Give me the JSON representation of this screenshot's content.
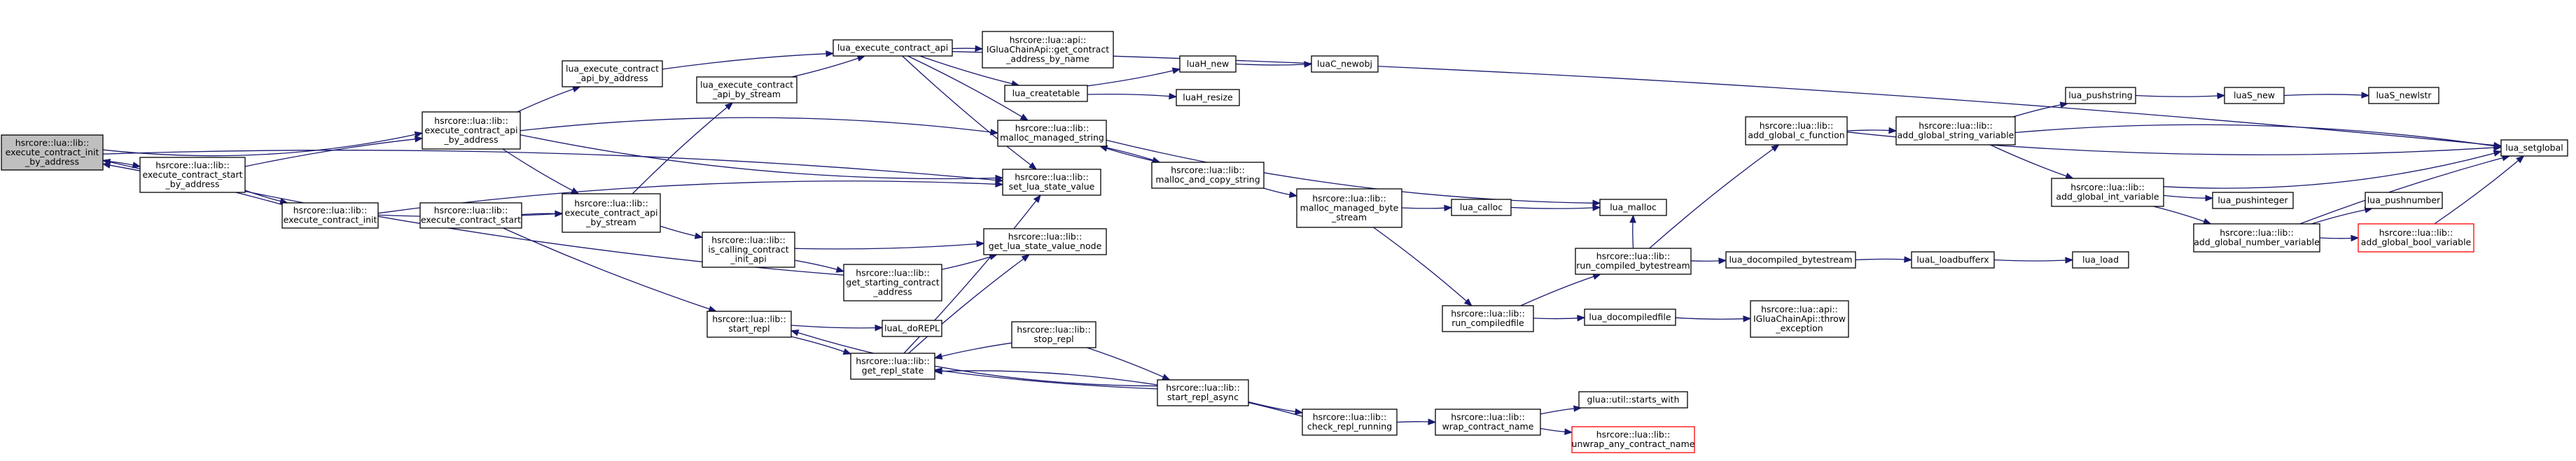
{
  "title": "",
  "colors": {
    "edge": "#191970",
    "node_border": "#000000",
    "node_fill": "#ffffff",
    "root_fill": "#bfbfbf",
    "undocumented_border": "#ff0000"
  },
  "nodes": [
    {
      "id": "root",
      "lines": [
        "hsrcore::lua::lib::",
        "execute_contract_init",
        "_by_address"
      ],
      "style": "root"
    },
    {
      "id": "start_by_addr",
      "lines": [
        "hsrcore::lua::lib::",
        "execute_contract_start",
        "_by_address"
      ],
      "style": "normal"
    },
    {
      "id": "exec_init",
      "lines": [
        "hsrcore::lua::lib::",
        "execute_contract_init"
      ],
      "style": "normal"
    },
    {
      "id": "exec_start",
      "lines": [
        "hsrcore::lua::lib::",
        "execute_contract_start"
      ],
      "style": "normal"
    },
    {
      "id": "exec_api_by_addr",
      "lines": [
        "hsrcore::lua::lib::",
        "execute_contract_api",
        "_by_address"
      ],
      "style": "normal"
    },
    {
      "id": "exec_api_by_stream",
      "lines": [
        "hsrcore::lua::lib::",
        "execute_contract_api",
        "_by_stream"
      ],
      "style": "normal"
    },
    {
      "id": "lua_api_by_addr",
      "lines": [
        "lua_execute_contract",
        "_api_by_address"
      ],
      "style": "normal"
    },
    {
      "id": "lua_api_by_stream",
      "lines": [
        "lua_execute_contract",
        "_api_by_stream"
      ],
      "style": "normal"
    },
    {
      "id": "lua_exec_api",
      "lines": [
        "lua_execute_contract_api"
      ],
      "style": "normal"
    },
    {
      "id": "is_calling",
      "lines": [
        "hsrcore::lua::lib::",
        "is_calling_contract",
        "_init_api"
      ],
      "style": "normal"
    },
    {
      "id": "start_repl",
      "lines": [
        "hsrcore::lua::lib::",
        "start_repl"
      ],
      "style": "normal"
    },
    {
      "id": "get_starting",
      "lines": [
        "hsrcore::lua::lib::",
        "get_starting_contract",
        "_address"
      ],
      "style": "normal"
    },
    {
      "id": "igluachain_get",
      "lines": [
        "hsrcore::lua::api::",
        "IGluaChainApi::get_contract",
        "_address_by_name"
      ],
      "style": "normal"
    },
    {
      "id": "lua_createtable",
      "lines": [
        "lua_createtable"
      ],
      "style": "normal"
    },
    {
      "id": "malloc_managed_string",
      "lines": [
        "hsrcore::lua::lib::",
        "malloc_managed_string"
      ],
      "style": "normal"
    },
    {
      "id": "set_lua_state_value",
      "lines": [
        "hsrcore::lua::lib::",
        "set_lua_state_value"
      ],
      "style": "normal"
    },
    {
      "id": "get_lua_state_value_node",
      "lines": [
        "hsrcore::lua::lib::",
        "get_lua_state_value_node"
      ],
      "style": "normal"
    },
    {
      "id": "luaL_doREPL",
      "lines": [
        "luaL_doREPL"
      ],
      "style": "normal"
    },
    {
      "id": "get_repl_state",
      "lines": [
        "hsrcore::lua::lib::",
        "get_repl_state"
      ],
      "style": "normal"
    },
    {
      "id": "stop_repl",
      "lines": [
        "hsrcore::lua::lib::",
        "stop_repl"
      ],
      "style": "normal"
    },
    {
      "id": "luaH_new",
      "lines": [
        "luaH_new"
      ],
      "style": "normal"
    },
    {
      "id": "luaH_resize",
      "lines": [
        "luaH_resize"
      ],
      "style": "normal"
    },
    {
      "id": "malloc_and_copy",
      "lines": [
        "hsrcore::lua::lib::",
        "malloc_and_copy_string"
      ],
      "style": "normal"
    },
    {
      "id": "start_repl_async",
      "lines": [
        "hsrcore::lua::lib::",
        "start_repl_async"
      ],
      "style": "normal"
    },
    {
      "id": "luaC_newobj",
      "lines": [
        "luaC_newobj"
      ],
      "style": "normal"
    },
    {
      "id": "malloc_managed_byte",
      "lines": [
        "hsrcore::lua::lib::",
        "malloc_managed_byte",
        "_stream"
      ],
      "style": "normal"
    },
    {
      "id": "check_repl_running",
      "lines": [
        "hsrcore::lua::lib::",
        "check_repl_running"
      ],
      "style": "normal"
    },
    {
      "id": "lua_calloc",
      "lines": [
        "lua_calloc"
      ],
      "style": "normal"
    },
    {
      "id": "run_compiledfile",
      "lines": [
        "hsrcore::lua::lib::",
        "run_compiledfile"
      ],
      "style": "normal"
    },
    {
      "id": "wrap_contract_name",
      "lines": [
        "hsrcore::lua::lib::",
        "wrap_contract_name"
      ],
      "style": "normal"
    },
    {
      "id": "run_compiled_bytestream",
      "lines": [
        "hsrcore::lua::lib::",
        "run_compiled_bytestream"
      ],
      "style": "normal"
    },
    {
      "id": "lua_docompiledfile",
      "lines": [
        "lua_docompiledfile"
      ],
      "style": "normal"
    },
    {
      "id": "lua_malloc",
      "lines": [
        "lua_malloc"
      ],
      "style": "normal"
    },
    {
      "id": "glua_starts_with",
      "lines": [
        "glua::util::starts_with"
      ],
      "style": "normal"
    },
    {
      "id": "unwrap_any",
      "lines": [
        "hsrcore::lua::lib::",
        "unwrap_any_contract_name"
      ],
      "style": "undocumented"
    },
    {
      "id": "lua_docompiled_bytestream",
      "lines": [
        "lua_docompiled_bytestream"
      ],
      "style": "normal"
    },
    {
      "id": "throw_exception",
      "lines": [
        "hsrcore::lua::api::",
        "IGluaChainApi::throw",
        "_exception"
      ],
      "style": "normal"
    },
    {
      "id": "add_global_c_function",
      "lines": [
        "hsrcore::lua::lib::",
        "add_global_c_function"
      ],
      "style": "normal"
    },
    {
      "id": "luaL_loadbufferx",
      "lines": [
        "luaL_loadbufferx"
      ],
      "style": "normal"
    },
    {
      "id": "add_global_string_variable",
      "lines": [
        "hsrcore::lua::lib::",
        "add_global_string_variable"
      ],
      "style": "normal"
    },
    {
      "id": "lua_load",
      "lines": [
        "lua_load"
      ],
      "style": "normal"
    },
    {
      "id": "lua_pushstring",
      "lines": [
        "lua_pushstring"
      ],
      "style": "normal"
    },
    {
      "id": "add_global_int_variable",
      "lines": [
        "hsrcore::lua::lib::",
        "add_global_int_variable"
      ],
      "style": "normal"
    },
    {
      "id": "add_global_number_variable",
      "lines": [
        "hsrcore::lua::lib::",
        "add_global_number_variable"
      ],
      "style": "normal"
    },
    {
      "id": "luaS_new",
      "lines": [
        "luaS_new"
      ],
      "style": "normal"
    },
    {
      "id": "lua_pushinteger",
      "lines": [
        "lua_pushinteger"
      ],
      "style": "normal"
    },
    {
      "id": "lua_pushnumber",
      "lines": [
        "lua_pushnumber"
      ],
      "style": "normal"
    },
    {
      "id": "add_global_bool_variable",
      "lines": [
        "hsrcore::lua::lib::",
        "add_global_bool_variable"
      ],
      "style": "undocumented"
    },
    {
      "id": "luaS_newlstr",
      "lines": [
        "luaS_newlstr"
      ],
      "style": "normal"
    },
    {
      "id": "lua_setglobal",
      "lines": [
        "lua_setglobal"
      ],
      "style": "normal"
    }
  ],
  "edges": [
    [
      "root",
      "start_by_addr"
    ],
    [
      "root",
      "exec_api_by_addr"
    ],
    [
      "root",
      "set_lua_state_value"
    ],
    [
      "start_by_addr",
      "exec_init"
    ],
    [
      "start_by_addr",
      "exec_api_by_addr"
    ],
    [
      "exec_init",
      "exec_api_by_stream"
    ],
    [
      "exec_init",
      "set_lua_state_value"
    ],
    [
      "exec_init",
      "root"
    ],
    [
      "exec_start",
      "exec_api_by_stream"
    ],
    [
      "exec_start",
      "start_repl"
    ],
    [
      "exec_api_by_addr",
      "lua_api_by_addr"
    ],
    [
      "exec_api_by_addr",
      "exec_api_by_stream"
    ],
    [
      "exec_api_by_addr",
      "malloc_managed_string"
    ],
    [
      "exec_api_by_addr",
      "set_lua_state_value"
    ],
    [
      "exec_api_by_stream",
      "lua_api_by_stream"
    ],
    [
      "exec_api_by_stream",
      "is_calling"
    ],
    [
      "lua_api_by_addr",
      "lua_exec_api"
    ],
    [
      "lua_api_by_stream",
      "lua_exec_api"
    ],
    [
      "lua_exec_api",
      "igluachain_get"
    ],
    [
      "lua_exec_api",
      "lua_createtable"
    ],
    [
      "lua_exec_api",
      "malloc_managed_string"
    ],
    [
      "lua_exec_api",
      "set_lua_state_value"
    ],
    [
      "lua_exec_api",
      "lua_setglobal"
    ],
    [
      "is_calling",
      "get_lua_state_value_node"
    ],
    [
      "is_calling",
      "get_starting"
    ],
    [
      "get_starting",
      "get_lua_state_value_node"
    ],
    [
      "get_starting",
      "root"
    ],
    [
      "start_repl",
      "luaL_doREPL"
    ],
    [
      "start_repl",
      "get_repl_state"
    ],
    [
      "get_repl_state",
      "set_lua_state_value"
    ],
    [
      "get_repl_state",
      "get_lua_state_value_node"
    ],
    [
      "stop_repl",
      "get_repl_state"
    ],
    [
      "stop_repl",
      "start_repl_async"
    ],
    [
      "lua_createtable",
      "luaH_new"
    ],
    [
      "lua_createtable",
      "luaH_resize"
    ],
    [
      "luaH_new",
      "luaC_newobj"
    ],
    [
      "malloc_managed_string",
      "malloc_and_copy"
    ],
    [
      "malloc_managed_string",
      "lua_malloc"
    ],
    [
      "malloc_and_copy",
      "malloc_managed_string"
    ],
    [
      "malloc_and_copy",
      "malloc_managed_byte"
    ],
    [
      "start_repl_async",
      "get_repl_state"
    ],
    [
      "start_repl_async",
      "check_repl_running"
    ],
    [
      "start_repl_async",
      "start_repl"
    ],
    [
      "check_repl_running",
      "get_repl_state"
    ],
    [
      "check_repl_running",
      "wrap_contract_name"
    ],
    [
      "malloc_managed_byte",
      "lua_calloc"
    ],
    [
      "malloc_managed_byte",
      "run_compiledfile"
    ],
    [
      "lua_calloc",
      "lua_malloc"
    ],
    [
      "run_compiledfile",
      "run_compiled_bytestream"
    ],
    [
      "run_compiledfile",
      "lua_docompiledfile"
    ],
    [
      "wrap_contract_name",
      "glua_starts_with"
    ],
    [
      "wrap_contract_name",
      "unwrap_any"
    ],
    [
      "run_compiled_bytestream",
      "lua_malloc"
    ],
    [
      "run_compiled_bytestream",
      "lua_docompiled_bytestream"
    ],
    [
      "run_compiled_bytestream",
      "add_global_c_function"
    ],
    [
      "lua_docompiledfile",
      "throw_exception"
    ],
    [
      "lua_docompiled_bytestream",
      "luaL_loadbufferx"
    ],
    [
      "luaL_loadbufferx",
      "lua_load"
    ],
    [
      "add_global_c_function",
      "add_global_string_variable"
    ],
    [
      "add_global_c_function",
      "lua_setglobal"
    ],
    [
      "add_global_string_variable",
      "lua_pushstring"
    ],
    [
      "add_global_string_variable",
      "add_global_int_variable"
    ],
    [
      "add_global_string_variable",
      "lua_setglobal"
    ],
    [
      "lua_pushstring",
      "luaS_new"
    ],
    [
      "luaS_new",
      "luaS_newlstr"
    ],
    [
      "add_global_int_variable",
      "lua_pushinteger"
    ],
    [
      "add_global_int_variable",
      "add_global_number_variable"
    ],
    [
      "add_global_int_variable",
      "lua_setglobal"
    ],
    [
      "add_global_number_variable",
      "lua_pushnumber"
    ],
    [
      "add_global_number_variable",
      "add_global_bool_variable"
    ],
    [
      "add_global_number_variable",
      "lua_setglobal"
    ],
    [
      "add_global_bool_variable",
      "lua_setglobal"
    ]
  ]
}
